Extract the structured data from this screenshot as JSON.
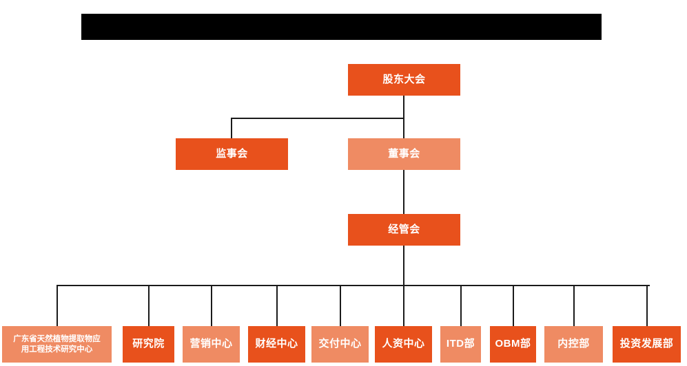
{
  "title_banner": {
    "text": "",
    "redacted": true,
    "color": "#000000"
  },
  "colors": {
    "dark_orange": "#e8511c",
    "light_orange": "#ef8b63",
    "line": "#1a1a1a",
    "background": "#ffffff",
    "text": "#ffffff"
  },
  "chart_data": {
    "type": "diagram",
    "subtype": "org-chart",
    "nodes": [
      {
        "id": "shareholders",
        "label": "股东大会",
        "level": 1,
        "tone": "dark"
      },
      {
        "id": "supervisors",
        "label": "监事会",
        "level": 2,
        "tone": "dark"
      },
      {
        "id": "directors",
        "label": "董事会",
        "level": 2,
        "tone": "light"
      },
      {
        "id": "management",
        "label": "经管会",
        "level": 3,
        "tone": "dark"
      }
    ],
    "departments": [
      {
        "id": "dept-1",
        "label": "广东省天然植物提取物应\n用工程技术研究中心",
        "line1": "广东省天然植物提取物应",
        "line2": "用工程技术研究中心",
        "tone": "light"
      },
      {
        "id": "dept-2",
        "label": "研究院",
        "tone": "dark"
      },
      {
        "id": "dept-3",
        "label": "营销中心",
        "tone": "light"
      },
      {
        "id": "dept-4",
        "label": "财经中心",
        "tone": "dark"
      },
      {
        "id": "dept-5",
        "label": "交付中心",
        "tone": "light"
      },
      {
        "id": "dept-6",
        "label": "人资中心",
        "tone": "dark"
      },
      {
        "id": "dept-7",
        "label": "ITD部",
        "tone": "light"
      },
      {
        "id": "dept-8",
        "label": "OBM部",
        "tone": "dark"
      },
      {
        "id": "dept-9",
        "label": "内控部",
        "tone": "light"
      },
      {
        "id": "dept-10",
        "label": "投资发展部",
        "tone": "dark"
      }
    ],
    "edges": [
      {
        "from": "shareholders",
        "to": "supervisors"
      },
      {
        "from": "shareholders",
        "to": "directors"
      },
      {
        "from": "directors",
        "to": "management"
      },
      {
        "from": "management",
        "to": "dept-1"
      },
      {
        "from": "management",
        "to": "dept-2"
      },
      {
        "from": "management",
        "to": "dept-3"
      },
      {
        "from": "management",
        "to": "dept-4"
      },
      {
        "from": "management",
        "to": "dept-5"
      },
      {
        "from": "management",
        "to": "dept-6"
      },
      {
        "from": "management",
        "to": "dept-7"
      },
      {
        "from": "management",
        "to": "dept-8"
      },
      {
        "from": "management",
        "to": "dept-9"
      },
      {
        "from": "management",
        "to": "dept-10"
      }
    ]
  }
}
